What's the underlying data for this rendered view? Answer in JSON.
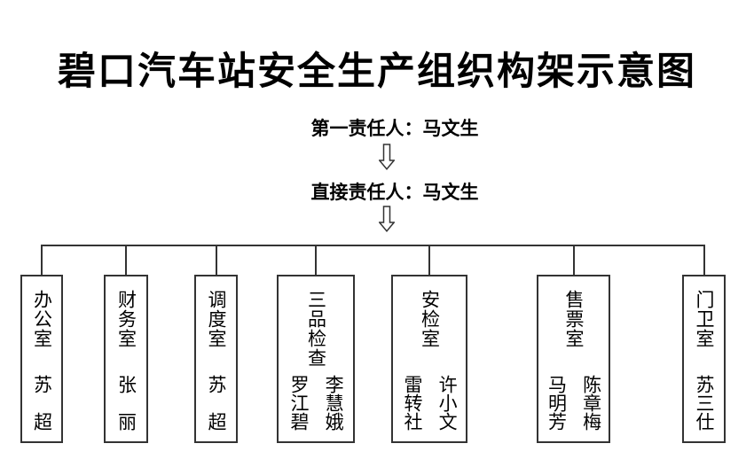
{
  "title": "碧口汽车站安全生产组织构架示意图",
  "hierarchy": {
    "first_responsible": "第一责任人：马文生",
    "direct_responsible": "直接责任人：马文生"
  },
  "departments": [
    {
      "name": "办公室",
      "staff": [
        "苏　超"
      ]
    },
    {
      "name": "财务室",
      "staff": [
        "张　丽"
      ]
    },
    {
      "name": "调度室",
      "staff": [
        "苏　超"
      ]
    },
    {
      "name": "三品检查",
      "staff": [
        "李慧娥",
        "罗江碧"
      ]
    },
    {
      "name": "安检室",
      "staff": [
        "许小文",
        "雷转社"
      ]
    },
    {
      "name": "售票室",
      "staff": [
        "陈章梅",
        "马明芳"
      ]
    },
    {
      "name": "门卫室",
      "staff": [
        "苏三仕"
      ]
    }
  ],
  "icons": {
    "down_arrow": "hollow-double-down-arrow"
  },
  "colors": {
    "line": "#333333",
    "text": "#000000",
    "background": "#ffffff"
  }
}
